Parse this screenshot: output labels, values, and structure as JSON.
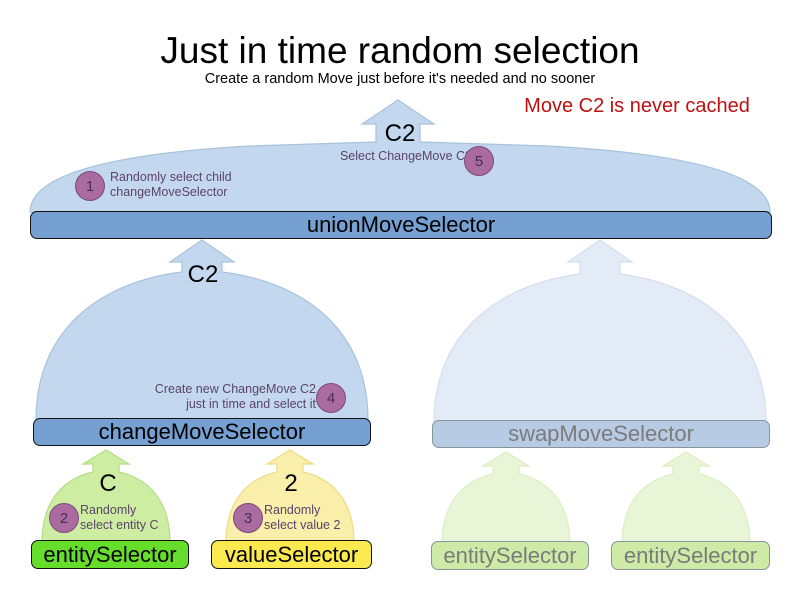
{
  "header": {
    "title": "Just in time random selection",
    "subtitle": "Create a random Move just before it's needed and no sooner",
    "warning": "Move C2 is never cached"
  },
  "colors": {
    "arrow_blue_fill": "#c3d8ef",
    "arrow_blue_stroke": "#a8c2dd",
    "arrow_blue_faded_fill": "#e3ebf6",
    "arrow_green_fill": "#cdeea2",
    "arrow_green_faded_fill": "#e8f5d6",
    "arrow_yellow_fill": "#faeeab",
    "box_blue": "#769fd2",
    "box_green": "#66dd2a",
    "box_yellow": "#fbe94f",
    "box_faded_blue": "#b7cbe4",
    "box_faded_green": "#cdeaa6",
    "badge_fill": "#a96ba0",
    "badge_stroke": "#7d4a77",
    "step_text": "#5b4468",
    "warning_red": "#bb1111",
    "faded_text": "#7b7b7b"
  },
  "boxes": {
    "union": "unionMoveSelector",
    "change": "changeMoveSelector",
    "swap": "swapMoveSelector",
    "entity_left": "entitySelector",
    "value": "valueSelector",
    "entity_swap_1": "entitySelector",
    "entity_swap_2": "entitySelector"
  },
  "arrow_labels": {
    "union_out": "C2",
    "change_out": "C2",
    "entity_out": "C",
    "value_out": "2"
  },
  "steps": [
    {
      "number": "1",
      "text": "Randomly select child\nchangeMoveSelector"
    },
    {
      "number": "2",
      "text": "Randomly\nselect entity C"
    },
    {
      "number": "3",
      "text": "Randomly\nselect value 2"
    },
    {
      "number": "4",
      "text": "Create new ChangeMove C2\njust in time and select it"
    },
    {
      "number": "5",
      "text": "Select ChangeMove C2"
    }
  ]
}
